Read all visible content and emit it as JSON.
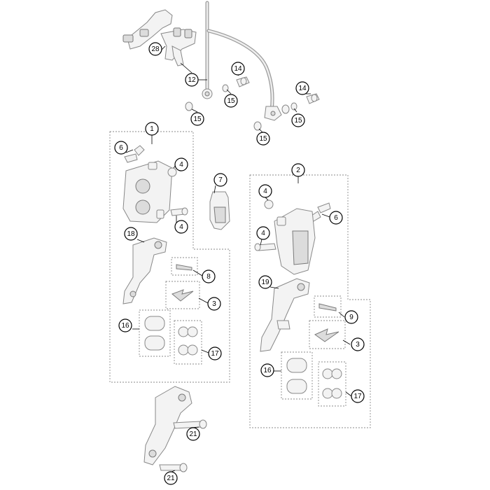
{
  "callouts": [
    {
      "id": "c28",
      "label": "28"
    },
    {
      "id": "c12",
      "label": "12"
    },
    {
      "id": "c14a",
      "label": "14"
    },
    {
      "id": "c15a",
      "label": "15"
    },
    {
      "id": "c15b",
      "label": "15"
    },
    {
      "id": "c14b",
      "label": "14"
    },
    {
      "id": "c15c",
      "label": "15"
    },
    {
      "id": "c15d",
      "label": "15"
    },
    {
      "id": "c1",
      "label": "1"
    },
    {
      "id": "c6a",
      "label": "6"
    },
    {
      "id": "c4a",
      "label": "4"
    },
    {
      "id": "c7",
      "label": "7"
    },
    {
      "id": "c4b",
      "label": "4"
    },
    {
      "id": "c18",
      "label": "18"
    },
    {
      "id": "c8",
      "label": "8"
    },
    {
      "id": "c3a",
      "label": "3"
    },
    {
      "id": "c16a",
      "label": "16"
    },
    {
      "id": "c17a",
      "label": "17"
    },
    {
      "id": "c2",
      "label": "2"
    },
    {
      "id": "c4c",
      "label": "4"
    },
    {
      "id": "c6b",
      "label": "6"
    },
    {
      "id": "c4d",
      "label": "4"
    },
    {
      "id": "c19",
      "label": "19"
    },
    {
      "id": "c9",
      "label": "9"
    },
    {
      "id": "c3b",
      "label": "3"
    },
    {
      "id": "c16b",
      "label": "16"
    },
    {
      "id": "c17b",
      "label": "17"
    },
    {
      "id": "c21a",
      "label": "21"
    },
    {
      "id": "c21b",
      "label": "21"
    }
  ],
  "colors": {
    "line": "#000000",
    "part_fill": "#f3f3f3",
    "part_stroke": "#888888",
    "panel_stroke": "#8a8a8a"
  }
}
